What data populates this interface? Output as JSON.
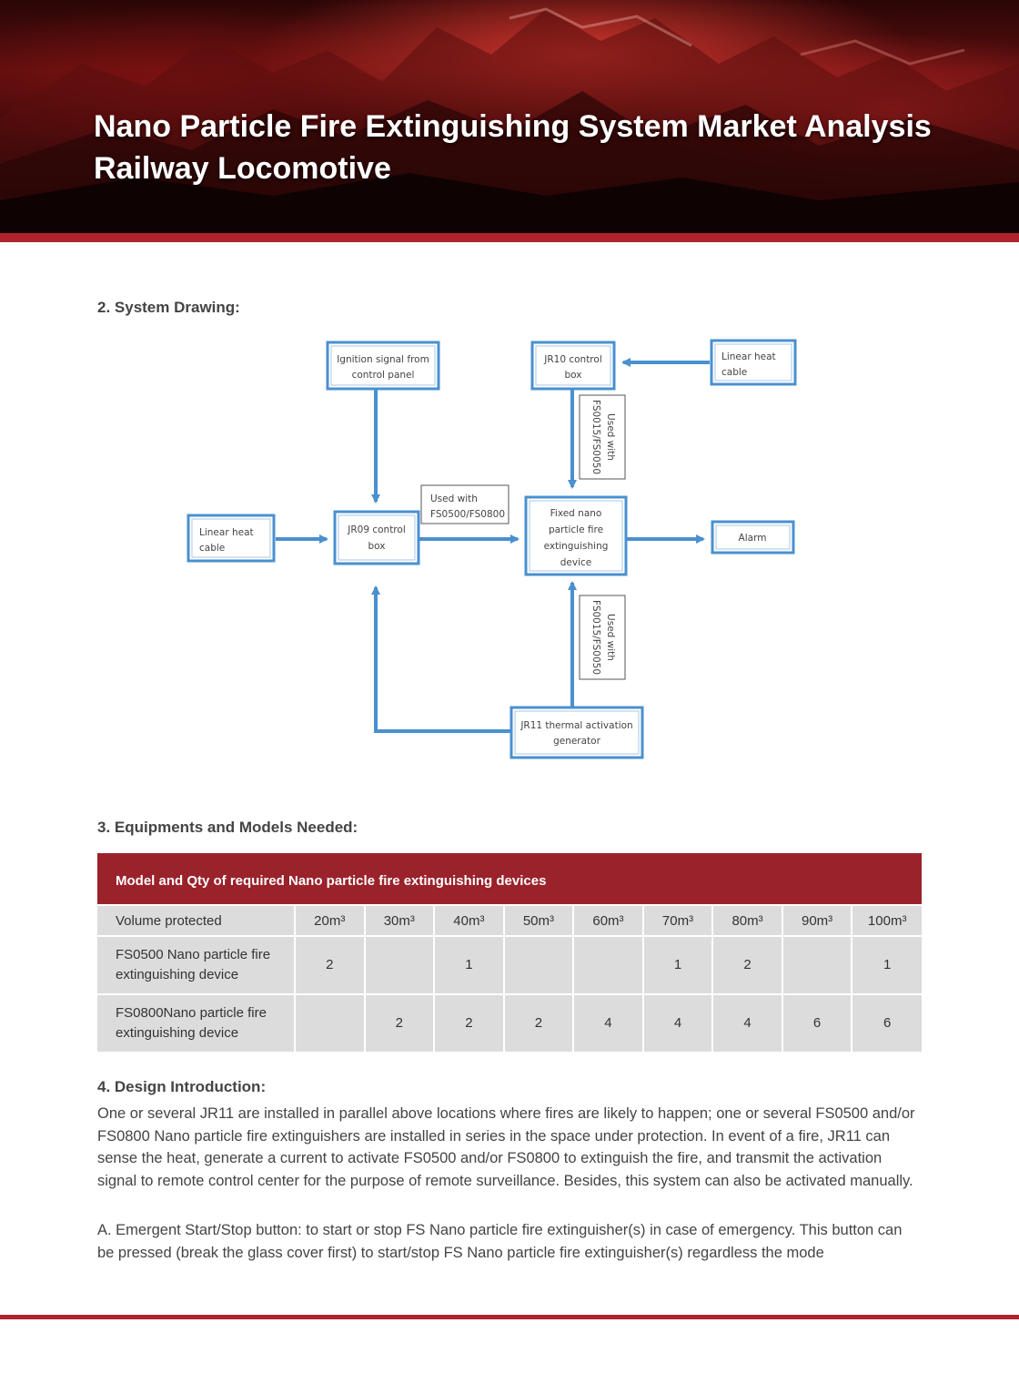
{
  "header": {
    "title_line1": "Nano Particle Fire Extinguishing System Market Analysis",
    "title_line2": "Railway Locomotive"
  },
  "section2": {
    "heading": "2. System Drawing:",
    "diagram": {
      "ignition_l1": "Ignition signal from",
      "ignition_l2": "control panel",
      "jr10_l1": "JR10 control",
      "jr10_l2": "box",
      "lhc_right_l1": "Linear heat",
      "lhc_right_l2": "cable",
      "used_top_l1": "Used with",
      "used_top_l2": "FS0015/FS0050",
      "used_mid_l1": "Used with",
      "used_mid_l2": "FS0500/FS0800",
      "lhc_left_l1": "Linear heat",
      "lhc_left_l2": "cable",
      "jr09_l1": "JR09 control",
      "jr09_l2": "box",
      "fixed_l1": "Fixed nano",
      "fixed_l2": "particle fire",
      "fixed_l3": "extinguishing",
      "fixed_l4": "device",
      "alarm": "Alarm",
      "used_bot_l1": "Used with",
      "used_bot_l2": "FS0015/FS0050",
      "jr11_l1": "JR11 thermal activation",
      "jr11_l2": "generator"
    }
  },
  "section3": {
    "heading": "3. Equipments and Models Needed:",
    "table": {
      "header": "Model and Qty of required Nano particle fire extinguishing devices",
      "volume_label": "Volume protected",
      "volumes": [
        "20m³",
        "30m³",
        "40m³",
        "50m³",
        "60m³",
        "70m³",
        "80m³",
        "90m³",
        "100m³"
      ],
      "rows": [
        {
          "label_l1": "FS0500 Nano particle fire",
          "label_l2": "extinguishing device",
          "values": [
            "2",
            "",
            "1",
            "",
            "",
            "1",
            "2",
            "",
            "1"
          ]
        },
        {
          "label_l1": "FS0800Nano particle fire",
          "label_l2": "extinguishing device",
          "values": [
            "",
            "2",
            "2",
            "2",
            "4",
            "4",
            "4",
            "6",
            "6"
          ]
        }
      ]
    }
  },
  "section4": {
    "heading": "4. Design Introduction:",
    "p1": "One or several JR11 are installed in parallel above locations where fires are likely to happen; one or several FS0500 and/or FS0800 Nano particle fire extinguishers are installed in series in the space under protection. In event of a fire, JR11 can sense the heat, generate a current to activate FS0500 and/or FS0800 to extinguish the fire, and transmit the activation signal to remote control center for the purpose of remote surveillance. Besides, this system can also be activated manually.",
    "p2": "A. Emergent Start/Stop button: to start or stop FS Nano particle fire extinguisher(s) in case of emergency. This button can be pressed (break the glass cover first) to start/stop FS Nano particle fire extinguisher(s) regardless the mode"
  },
  "colors": {
    "accent_red": "#9a222b",
    "diagram_blue": "#4a90d0",
    "table_gray": "#dcdcdc"
  }
}
